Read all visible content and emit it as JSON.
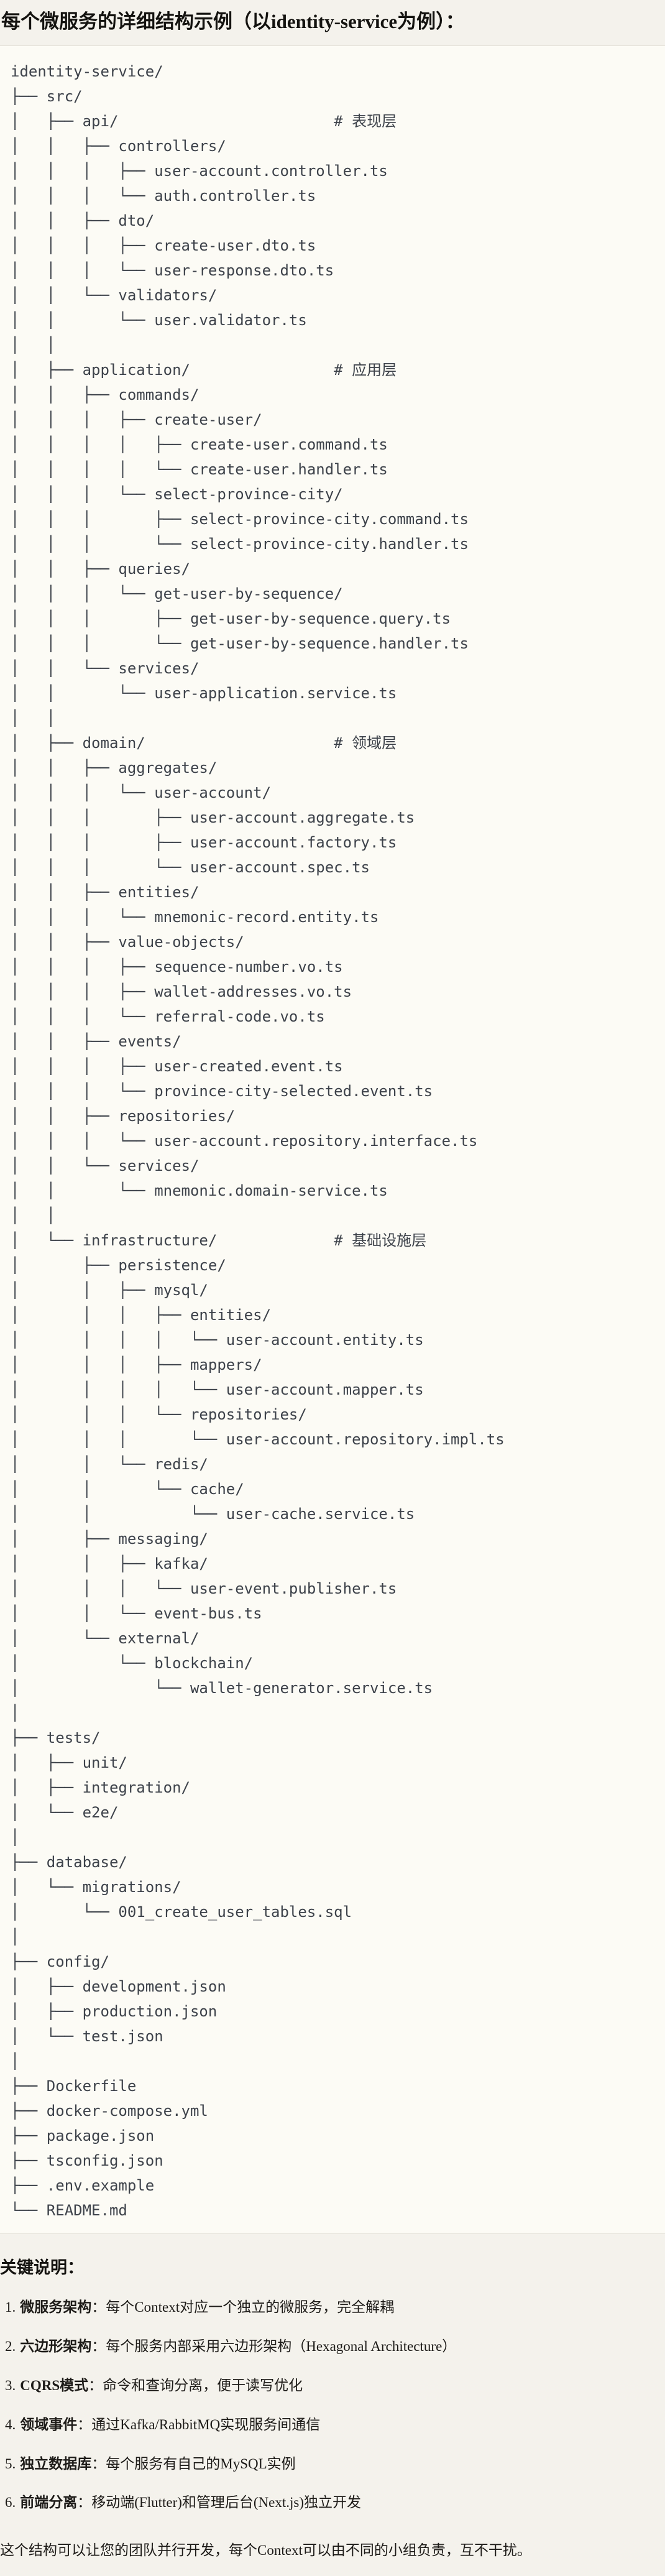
{
  "title": "每个微服务的详细结构示例（以identity-service为例）：",
  "code_block": {
    "language": "text",
    "lines": [
      "identity-service/",
      "├── src/",
      "│   ├── api/                        # 表现层",
      "│   │   ├── controllers/",
      "│   │   │   ├── user-account.controller.ts",
      "│   │   │   └── auth.controller.ts",
      "│   │   ├── dto/",
      "│   │   │   ├── create-user.dto.ts",
      "│   │   │   └── user-response.dto.ts",
      "│   │   └── validators/",
      "│   │       └── user.validator.ts",
      "│   │",
      "│   ├── application/                # 应用层",
      "│   │   ├── commands/",
      "│   │   │   ├── create-user/",
      "│   │   │   │   ├── create-user.command.ts",
      "│   │   │   │   └── create-user.handler.ts",
      "│   │   │   └── select-province-city/",
      "│   │   │       ├── select-province-city.command.ts",
      "│   │   │       └── select-province-city.handler.ts",
      "│   │   ├── queries/",
      "│   │   │   └── get-user-by-sequence/",
      "│   │   │       ├── get-user-by-sequence.query.ts",
      "│   │   │       └── get-user-by-sequence.handler.ts",
      "│   │   └── services/",
      "│   │       └── user-application.service.ts",
      "│   │",
      "│   ├── domain/                     # 领域层",
      "│   │   ├── aggregates/",
      "│   │   │   └── user-account/",
      "│   │   │       ├── user-account.aggregate.ts",
      "│   │   │       ├── user-account.factory.ts",
      "│   │   │       └── user-account.spec.ts",
      "│   │   ├── entities/",
      "│   │   │   └── mnemonic-record.entity.ts",
      "│   │   ├── value-objects/",
      "│   │   │   ├── sequence-number.vo.ts",
      "│   │   │   ├── wallet-addresses.vo.ts",
      "│   │   │   └── referral-code.vo.ts",
      "│   │   ├── events/",
      "│   │   │   ├── user-created.event.ts",
      "│   │   │   └── province-city-selected.event.ts",
      "│   │   ├── repositories/",
      "│   │   │   └── user-account.repository.interface.ts",
      "│   │   └── services/",
      "│   │       └── mnemonic.domain-service.ts",
      "│   │",
      "│   └── infrastructure/             # 基础设施层",
      "│       ├── persistence/",
      "│       │   ├── mysql/",
      "│       │   │   ├── entities/",
      "│       │   │   │   └── user-account.entity.ts",
      "│       │   │   ├── mappers/",
      "│       │   │   │   └── user-account.mapper.ts",
      "│       │   │   └── repositories/",
      "│       │   │       └── user-account.repository.impl.ts",
      "│       │   └── redis/",
      "│       │       └── cache/",
      "│       │           └── user-cache.service.ts",
      "│       ├── messaging/",
      "│       │   ├── kafka/",
      "│       │   │   └── user-event.publisher.ts",
      "│       │   └── event-bus.ts",
      "│       └── external/",
      "│           └── blockchain/",
      "│               └── wallet-generator.service.ts",
      "│",
      "├── tests/",
      "│   ├── unit/",
      "│   ├── integration/",
      "│   └── e2e/",
      "│",
      "├── database/",
      "│   └── migrations/",
      "│       └── 001_create_user_tables.sql",
      "│",
      "├── config/",
      "│   ├── development.json",
      "│   ├── production.json",
      "│   └── test.json",
      "│",
      "├── Dockerfile",
      "├── docker-compose.yml",
      "├── package.json",
      "├── tsconfig.json",
      "├── .env.example",
      "└── README.md"
    ]
  },
  "key_points": {
    "heading": "关键说明：",
    "items": [
      {
        "num": "1.",
        "term": "微服务架构",
        "text": "：每个Context对应一个独立的微服务，完全解耦"
      },
      {
        "num": "2.",
        "term": "六边形架构",
        "text": "：每个服务内部采用六边形架构（Hexagonal Architecture）"
      },
      {
        "num": "3.",
        "term": "CQRS模式",
        "text": "：命令和查询分离，便于读写优化"
      },
      {
        "num": "4.",
        "term": "领域事件",
        "text": "：通过Kafka/RabbitMQ实现服务间通信"
      },
      {
        "num": "5.",
        "term": "独立数据库",
        "text": "：每个服务有自己的MySQL实例"
      },
      {
        "num": "6.",
        "term": "前端分离",
        "text": "：移动端(Flutter)和管理后台(Next.js)独立开发"
      }
    ]
  },
  "closing": "这个结构可以让您的团队并行开发，每个Context可以由不同的小组负责，互不干扰。",
  "colors": {
    "page_background": "#f4f2ec",
    "code_background": "#fcfbf5",
    "code_border": "#e4e1d8",
    "tree_text": "#3d424a",
    "body_text": "#1d1b18"
  }
}
